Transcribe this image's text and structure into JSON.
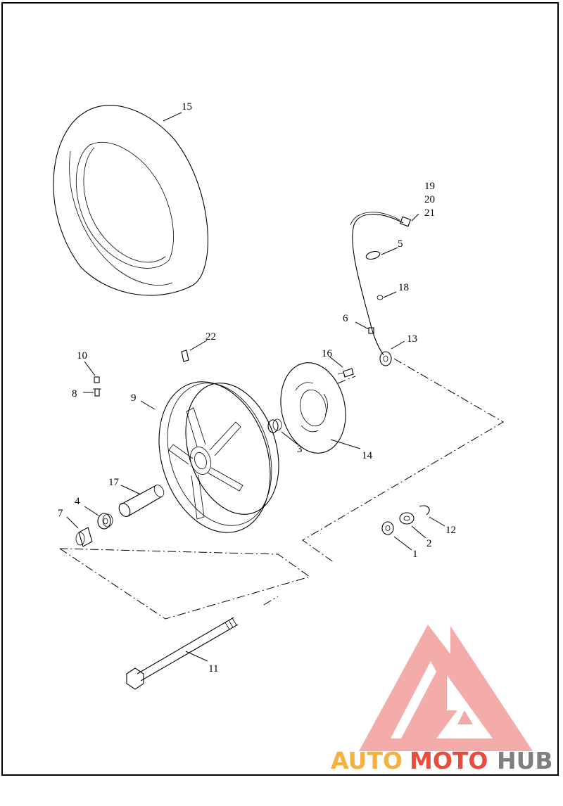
{
  "callouts": {
    "c1": "1",
    "c2": "2",
    "c3": "3",
    "c4": "4",
    "c5": "5",
    "c6": "6",
    "c7": "7",
    "c8": "8",
    "c9": "9",
    "c10": "10",
    "c11": "11",
    "c12": "12",
    "c13": "13",
    "c14": "14",
    "c15": "15",
    "c16": "16",
    "c17": "17",
    "c18": "18",
    "c19": "19",
    "c20": "20",
    "c21": "21",
    "c22": "22"
  },
  "watermark": {
    "part1": "AUTO",
    "part2": "MOTO",
    "part3": "HUB",
    "colors": {
      "auto": "#f5b041",
      "moto": "#e74c3c",
      "hub": "#7f7f7f",
      "logo": "#f2a8a4"
    }
  }
}
